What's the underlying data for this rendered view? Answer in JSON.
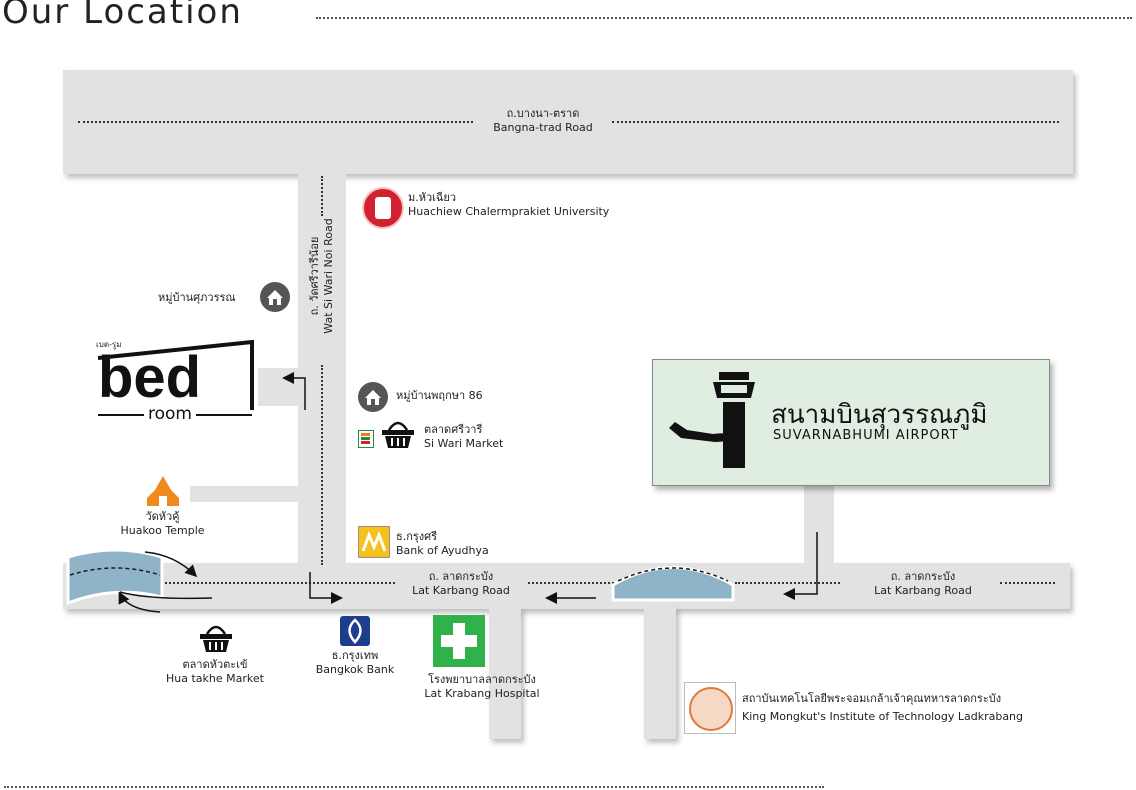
{
  "header": {
    "title": "Our Location"
  },
  "roads": {
    "bangna_th": "ถ.บางนา-ตราด",
    "bangna_en": "Bangna-trad Road",
    "siwari_th": "ถ. วัดศรีวารีน้อย",
    "siwari_en": "Wat Si Wari Noi Road",
    "latkrabang_th_1": "ถ. ลาดกระบัง",
    "latkrabang_en_1": "Lat Karbang Road",
    "latkrabang_th_2": "ถ. ลาดกระบัง",
    "latkrabang_en_2": "Lat Karbang Road"
  },
  "places": {
    "university_th": "ม.หัวเฉียว",
    "university_en": "Huachiew Chalermprakiet University",
    "village1_th": "หมู่บ้านศุภวรรณ",
    "village2_th": "หมู่บ้านพฤกษา 86",
    "siwari_market_th": "ตลาดศรีวารี",
    "siwari_market_en": "Si Wari Market",
    "temple_th": "วัดหัวคู้",
    "temple_en": "Huakoo Temple",
    "ayudhya_th": "ธ.กรุงศรี",
    "ayudhya_en": "Bank of Ayudhya",
    "bangkokbank_th": "ธ.กรุงเทพ",
    "bangkokbank_en": "Bangkok Bank",
    "hospital_th": "โรงพยาบาลลาดกระบัง",
    "hospital_en": "Lat Krabang Hospital",
    "huatakhe_th": "ตลาดหัวตะเข้",
    "huatakhe_en": "Hua takhe Market",
    "kmitl_th": "สถาบันเทคโนโลยีพระจอมเกล้าเจ้าคุณทหารลาดกระบัง",
    "kmitl_en": "King Mongkut's Institute of Technology Ladkrabang"
  },
  "hotel": {
    "small": "เบด-รูม",
    "name": "bed",
    "sub": "room"
  },
  "airport": {
    "th": "สนามบินสุวรรณภูมิ",
    "en": "SUVARNABHUMI AIRPORT"
  },
  "colors": {
    "road": "#e2e2e2",
    "airport_box": "#dfeee0",
    "canal": "#8fb3c7",
    "hospital": "#2fb24a",
    "bangkok_bank": "#1d3e8f",
    "ayudhya": "#f4c21a",
    "temple": "#f08a1e",
    "university": "#d32030"
  },
  "icons": [
    "home-icon",
    "basket-icon",
    "seven-eleven-icon",
    "temple-icon",
    "university-seal-icon",
    "kmitl-seal-icon",
    "cross-icon",
    "control-tower-icon",
    "plane-icon",
    "arrow-icon"
  ]
}
